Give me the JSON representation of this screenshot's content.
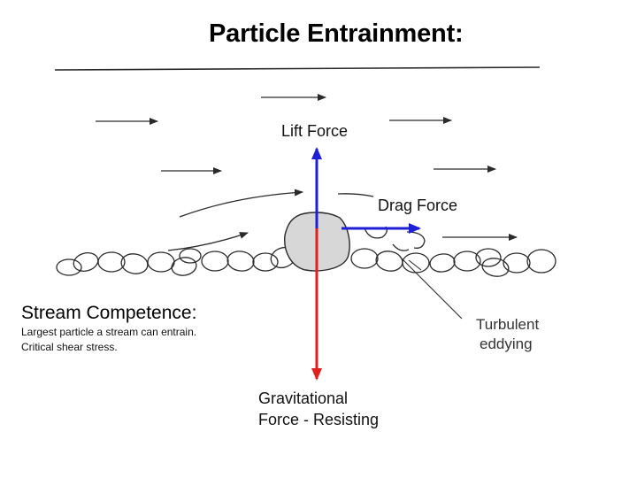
{
  "title": "Particle Entrainment:",
  "labels": {
    "lift": "Lift Force",
    "drag": "Drag Force",
    "gravity_line1": "Gravitational",
    "gravity_line2": "Force - Resisting",
    "turbulent_line1": "Turbulent",
    "turbulent_line2": "eddying"
  },
  "competence": {
    "heading": "Stream Competence:",
    "lines": [
      "Largest particle a stream can entrain.",
      "Critical shear stress."
    ]
  },
  "colors": {
    "lift_arrow": "#1f1fd6",
    "drag_arrow": "#1f1fd6",
    "gravity_arrow": "#e0201e",
    "sketch": "#2a2a2a",
    "grain_fill": "#d7d7d7"
  }
}
